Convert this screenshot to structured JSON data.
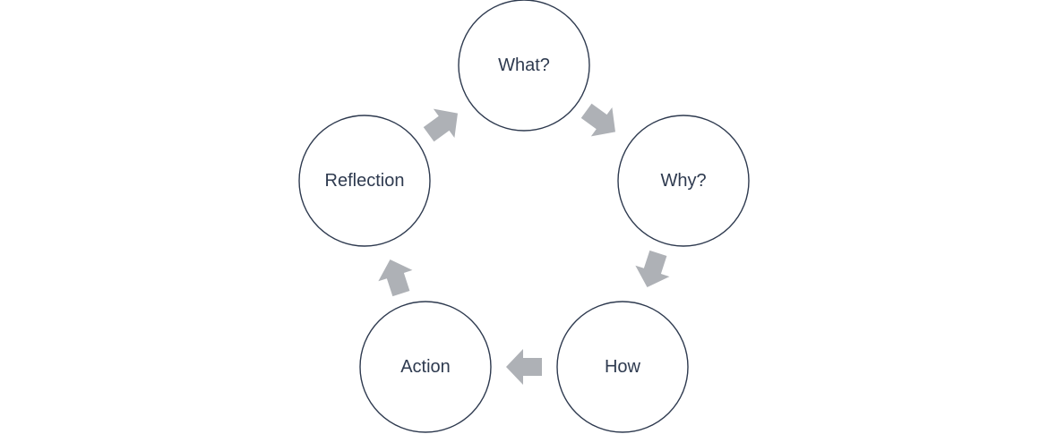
{
  "diagram": {
    "type": "cycle",
    "nodes": [
      {
        "id": "what",
        "label": "What?"
      },
      {
        "id": "why",
        "label": "Why?"
      },
      {
        "id": "how",
        "label": "How"
      },
      {
        "id": "action",
        "label": "Action"
      },
      {
        "id": "reflection",
        "label": "Reflection"
      }
    ],
    "edges": [
      {
        "from": "what",
        "to": "why"
      },
      {
        "from": "why",
        "to": "how"
      },
      {
        "from": "how",
        "to": "action"
      },
      {
        "from": "action",
        "to": "reflection"
      },
      {
        "from": "reflection",
        "to": "what"
      }
    ],
    "colors": {
      "circle_stroke": "#2e3a4f",
      "text": "#2e3a4f",
      "arrow": "#aeb1b6",
      "background": "#ffffff"
    }
  }
}
